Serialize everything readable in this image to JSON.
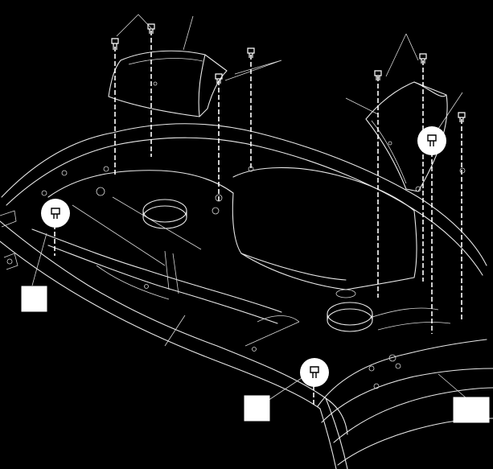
{
  "callouts": [
    {
      "id": "a",
      "text": ""
    },
    {
      "id": "b",
      "text": ""
    },
    {
      "id": "c",
      "text": ""
    }
  ],
  "colors": {
    "background": "#000000",
    "lines": "#e8e8e8",
    "highlight": "#ffffff"
  },
  "icons": [
    "screw-icon",
    "highlight-circle"
  ]
}
